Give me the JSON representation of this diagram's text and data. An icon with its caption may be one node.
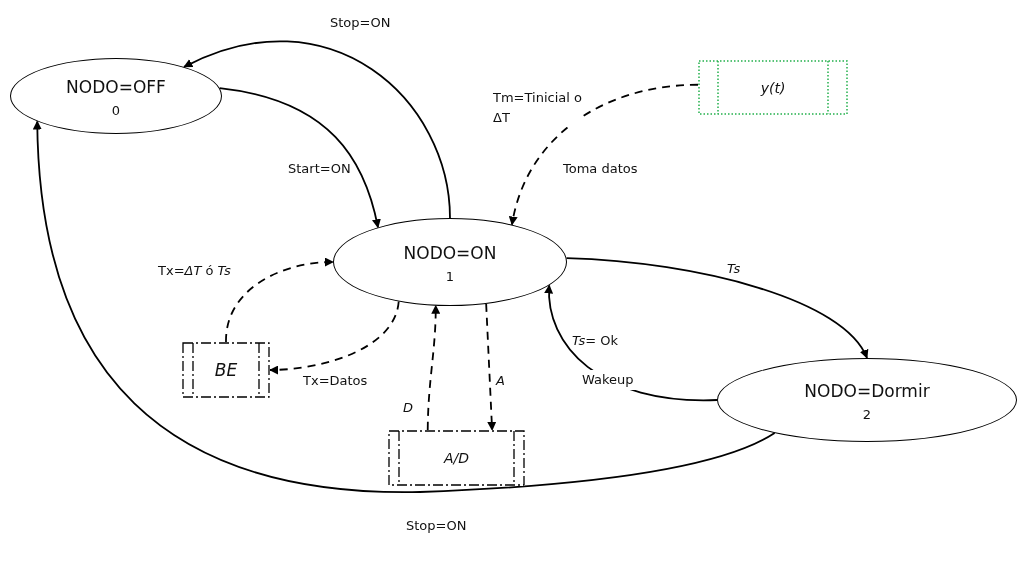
{
  "diagram": {
    "nodes": [
      {
        "text": [
          "NODO=OFF",
          "0"
        ]
      },
      {
        "text": [
          "NODO=ON",
          "1"
        ]
      },
      {
        "text": [
          "NODO=Dormir",
          "2"
        ]
      },
      {
        "text": [
          "BE"
        ]
      },
      {
        "text": [
          "A/D"
        ]
      },
      {
        "text": [
          "y(t)"
        ]
      }
    ],
    "edges": [
      {
        "from": 1,
        "to": 0,
        "arrow": "to",
        "label": "Stop=ON"
      },
      {
        "from": 0,
        "to": 1,
        "arrow": "to",
        "label": "Start=ON"
      },
      {
        "from": 5,
        "to": 1,
        "arrow": "to",
        "style": "dashed",
        "label": "Toma datos"
      },
      {
        "from": 3,
        "to": 1,
        "arrow": "to",
        "style": "dashed",
        "label": "Tx=*ΔT* ó *Ts*"
      },
      {
        "from": 1,
        "to": 3,
        "arrow": "to",
        "style": "dashed",
        "label": "Tx=Datos"
      },
      {
        "from": 4,
        "to": 1,
        "arrow": "to",
        "style": "dashed",
        "label": "D"
      },
      {
        "from": 1,
        "to": 4,
        "arrow": "to",
        "style": "dashed",
        "label": "A"
      },
      {
        "from": 1,
        "to": 2,
        "arrow": "to",
        "label": "Ts"
      },
      {
        "from": 2,
        "to": 1,
        "arrow": "to",
        "label": "*Ts*= Ok"
      },
      {
        "from": 2,
        "to": 0,
        "arrow": "to",
        "label": "Stop=ON"
      }
    ],
    "labels": [
      "Tm=Tinicial o ΔT",
      "Wakeup"
    ]
  }
}
